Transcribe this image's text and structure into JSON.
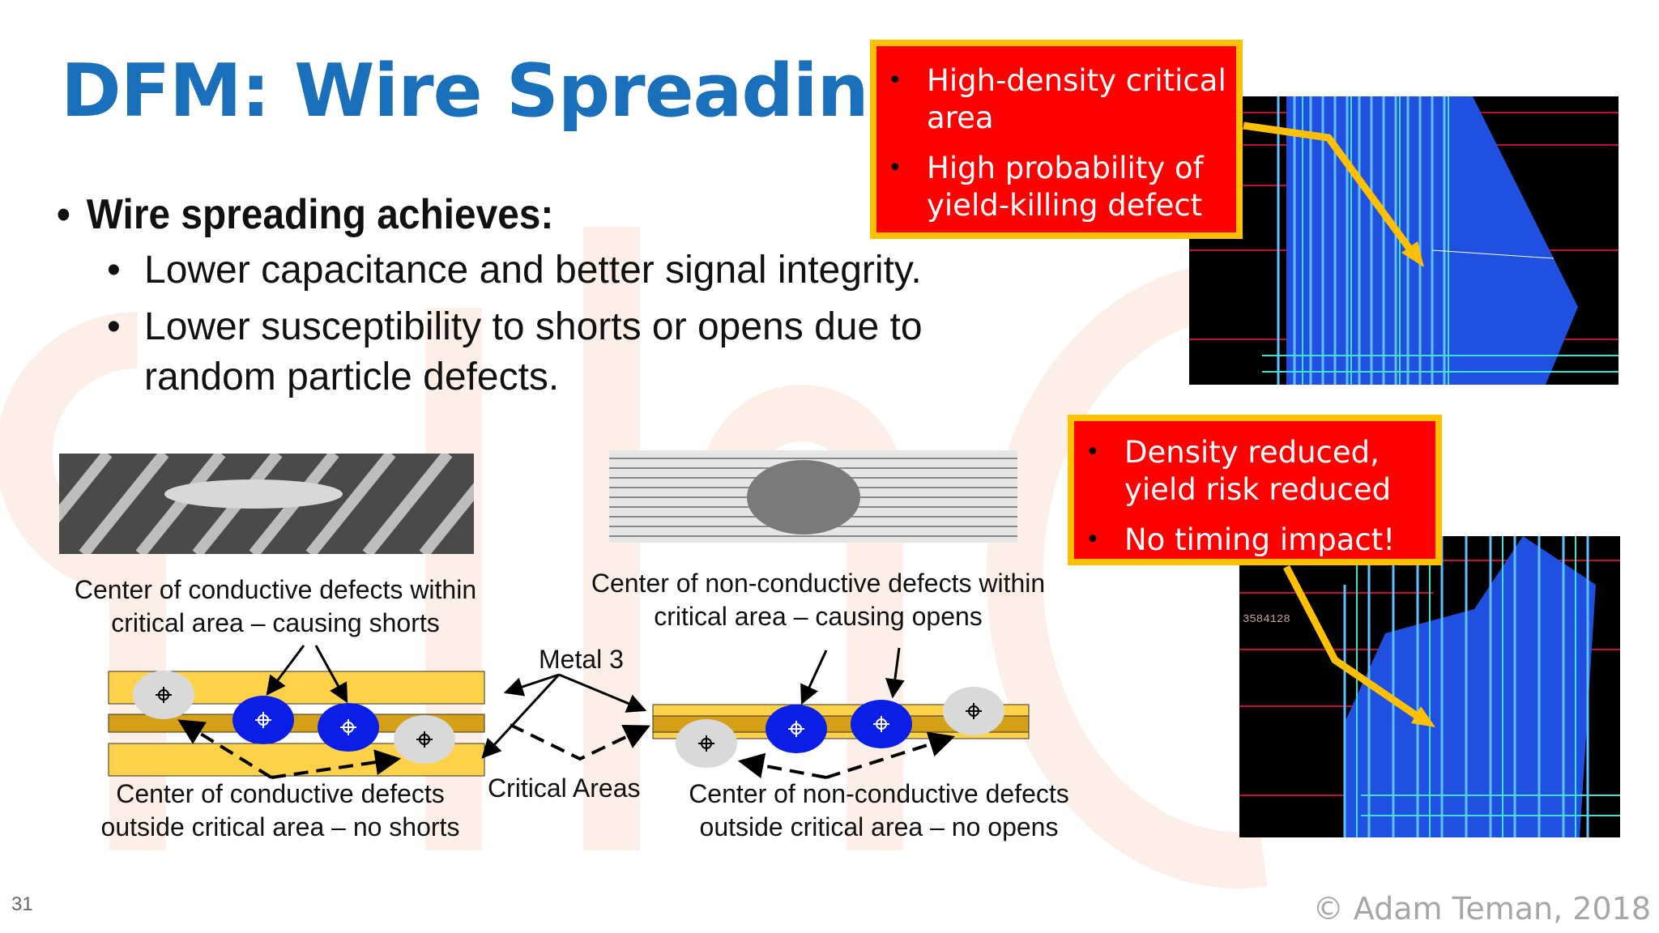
{
  "slide": {
    "title": "DFM: Wire Spreading",
    "bullet_main": "Wire spreading achieves:",
    "sub_bullets": [
      "Lower capacitance and better signal integrity.",
      "Lower susceptibility to shorts or opens due to random particle defects."
    ],
    "callout_top": [
      "High-density critical area",
      "High probability of yield-killing defect"
    ],
    "callout_bottom": [
      "Density reduced, yield risk reduced",
      "No timing impact!"
    ],
    "layout_label": "3584128",
    "captions": {
      "conductive_inside": "Center of conductive defects within critical area – causing shorts",
      "nonconductive_inside": "Center of non-conductive defects within critical area – causing opens",
      "metal": "Metal 3",
      "critical_areas": "Critical Areas",
      "conductive_outside": "Center of conductive defects outside critical area – no shorts",
      "nonconductive_outside": "Center of non-conductive defects outside critical area – no opens"
    },
    "page_number": "31",
    "copyright": "© Adam Teman, 2018",
    "colors": {
      "title": "#1a6fba",
      "callout_fill": "#ff0000",
      "callout_border": "#ffc000",
      "metal_wire": "#ffd24a",
      "defect_inside": "#0a1ee6",
      "defect_outside": "#d9d9d9"
    }
  }
}
